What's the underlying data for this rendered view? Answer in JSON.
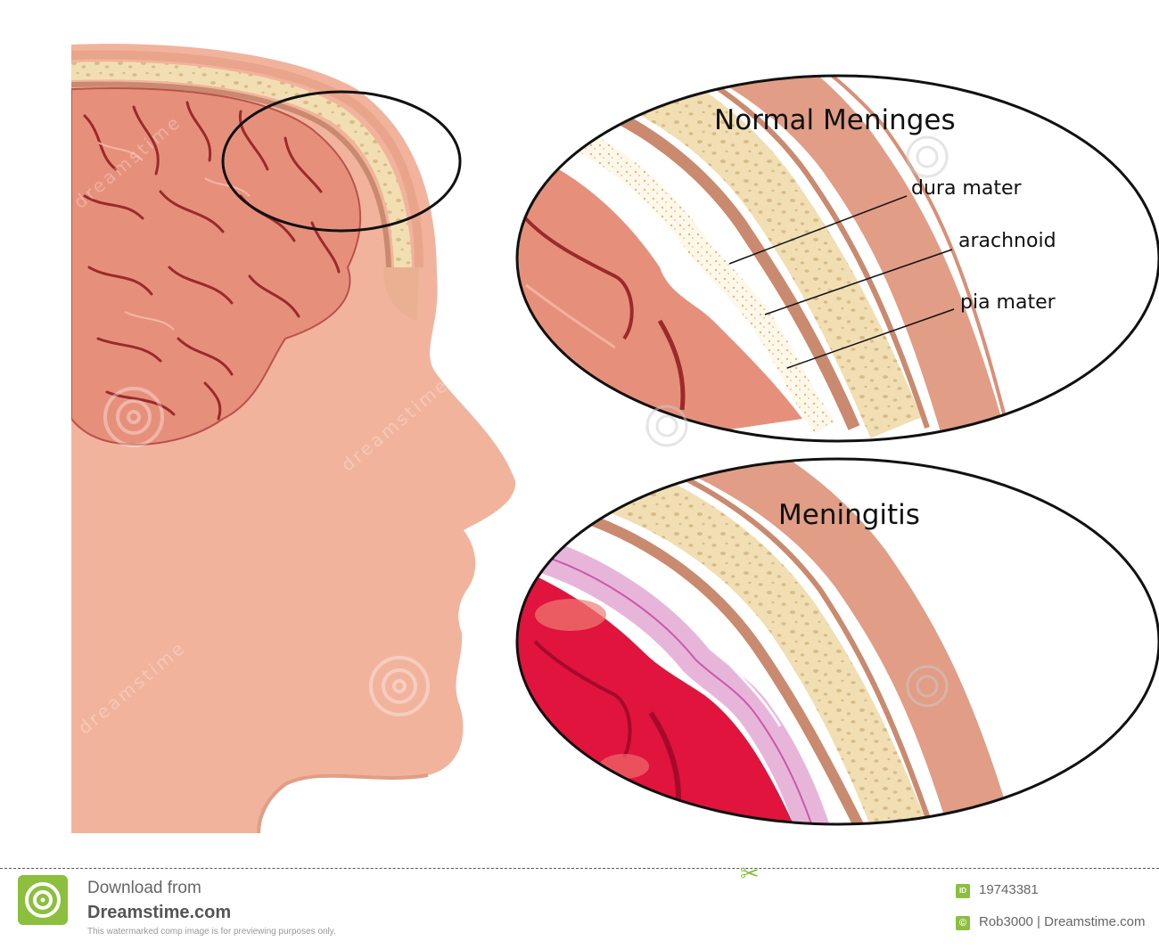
{
  "diagram": {
    "normal_title": "Normal Meninges",
    "meningitis_title": "Meningitis",
    "labels": {
      "dura_mater": "dura mater",
      "arachnoid": "arachnoid",
      "pia_mater": "pia mater"
    },
    "watermark": "dreamstime"
  },
  "colors": {
    "skin": "#f2b39c",
    "skin_dark": "#e19d86",
    "brain": "#e6907b",
    "brain_sulci": "#9b2a2a",
    "bone": "#f1dfb3",
    "bone_pores": "#d8bb87",
    "dura": "#c98a6f",
    "inflamed_brain": "#e0143c",
    "inflamed_membrane": "#e8b5da",
    "brand_green": "#8bbf3d"
  },
  "footer": {
    "download_text": "Download from",
    "site_name": "Dreamstime.com",
    "disclaimer": "This watermarked comp image is for previewing purposes only.",
    "id_badge": "ID",
    "id_value": "19743381",
    "author_badge": "©",
    "author": "Rob3000 | Dreamstime.com"
  }
}
